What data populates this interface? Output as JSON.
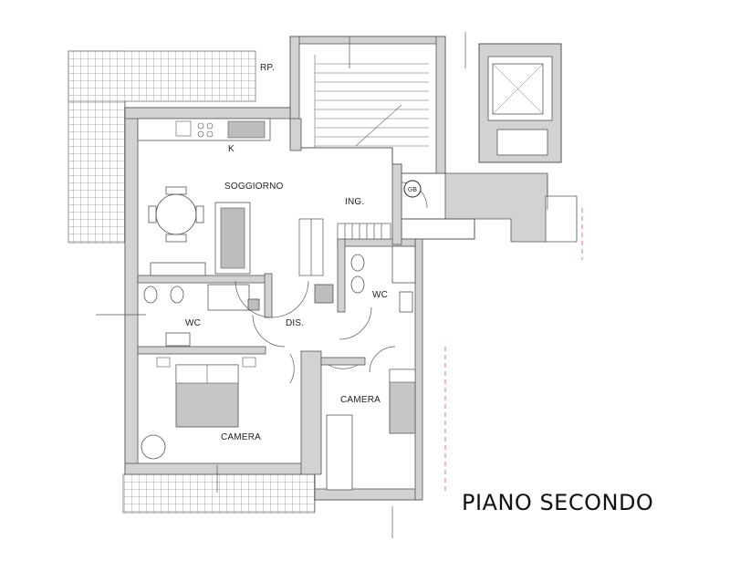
{
  "plan": {
    "title": "PIANO SECONDO",
    "rooms": {
      "soggiorno": "SOGGIORNO",
      "kitchen": "K",
      "ingresso": "ING.",
      "ripostiglio": "RP.",
      "wc_left": "WC",
      "wc_right": "WC",
      "disimpegno": "DIS.",
      "camera_main": "CAMERA",
      "camera_second": "CAMERA"
    },
    "markers": {
      "boiler": "GB"
    }
  }
}
